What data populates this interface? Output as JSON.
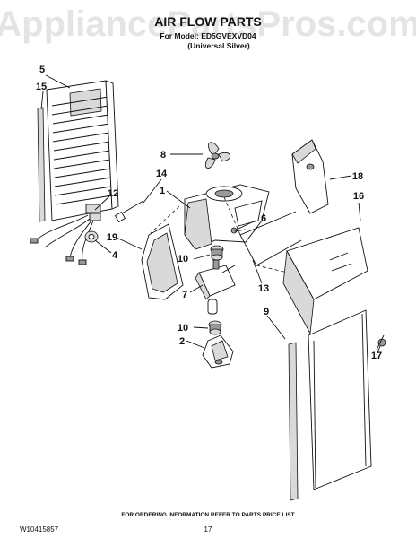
{
  "watermark": "AppliancePartsPros.com",
  "header": {
    "title": "AIR FLOW PARTS",
    "model_line": "For Model: ED5GVEXVD04",
    "variant_line": "(Universal Silver)"
  },
  "callouts": [
    {
      "id": "p5",
      "text": "5"
    },
    {
      "id": "p15",
      "text": "15"
    },
    {
      "id": "p8",
      "text": "8"
    },
    {
      "id": "p14",
      "text": "14"
    },
    {
      "id": "p1",
      "text": "1"
    },
    {
      "id": "p12",
      "text": "12"
    },
    {
      "id": "p18",
      "text": "18"
    },
    {
      "id": "p16",
      "text": "16"
    },
    {
      "id": "p6",
      "text": "6"
    },
    {
      "id": "p19",
      "text": "19"
    },
    {
      "id": "p4",
      "text": "4"
    },
    {
      "id": "p10a",
      "text": "10"
    },
    {
      "id": "p13",
      "text": "13"
    },
    {
      "id": "p7",
      "text": "7"
    },
    {
      "id": "p9",
      "text": "9"
    },
    {
      "id": "p10b",
      "text": "10"
    },
    {
      "id": "p2",
      "text": "2"
    },
    {
      "id": "p17",
      "text": "17"
    }
  ],
  "footer": {
    "ordering_note": "FOR ORDERING INFORMATION REFER TO PARTS PRICE LIST",
    "doc_number": "W10415857",
    "page_number": "17"
  }
}
